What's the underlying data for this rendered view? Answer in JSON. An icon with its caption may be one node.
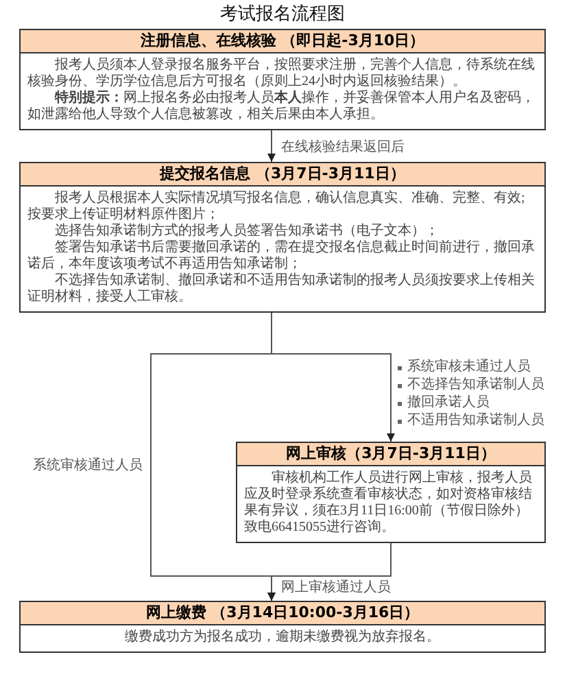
{
  "diagram": {
    "title": "考试报名流程图",
    "nodes": [
      {
        "text": [
          "注册信息、在线核验 （即日起-3月10日）",
          "报考人员须本人登录报名服务平台，按照要求注册，完善个人信息，待系统在线核验身份、学历学位信息后方可报名（原则上24小时内返回核验结果）。",
          "**特别提示：**网上报名务必由报考人员**本人**操作，并妥善保管本人用户名及密码，如泄露给他人导致个人信息被篡改，相关后果由本人承担。"
        ]
      },
      {
        "text": [
          "提交报名信息 （3月7日-3月11日）",
          "报考人员根据本人实际情况填写报名信息，确认信息真实、准确、完整、有效;按要求上传证明材料原件图片；",
          "选择告知承诺制方式的报考人员签署告知承诺书（电子文本）；",
          "签署告知承诺书后需要撤回承诺的，需在提交报名信息截止时间前进行，撤回承诺后，本年度该项考试不再适用告知承诺制；",
          "不选择告知承诺制、撤回承诺和不适用告知承诺制的报考人员须按要求上传相关证明材料，接受人工审核。"
        ]
      },
      {
        "text": [
          "网上审核（3月7日-3月11日）",
          "审核机构工作人员进行网上审核，报考人员应及时登录系统查看审核状态，如对资格审核结果有异议，须在3月11日16:00前（节假日除外）致电66415055进行咨询。"
        ]
      },
      {
        "text": [
          "网上缴费 （3月14日10:00-3月16日）",
          "缴费成功方为报名成功，逾期未缴费视为放弃报名。"
        ]
      }
    ],
    "edges": [
      {
        "from": 0,
        "to": 1,
        "arrow": "to",
        "label": "在线核验结果返回后"
      },
      {
        "from": 1,
        "to": 2,
        "arrow": "to"
      },
      {
        "from": 1,
        "to": 3,
        "arrow": "to",
        "label": "系统审核通过人员"
      },
      {
        "from": 2,
        "to": 3,
        "arrow": "to",
        "label": "网上审核通过人员"
      }
    ],
    "labels": [
      "系统审核未通过人员",
      "不选择告知承诺制人员",
      "撤回承诺人员",
      "不适用告知承诺制人员"
    ]
  }
}
